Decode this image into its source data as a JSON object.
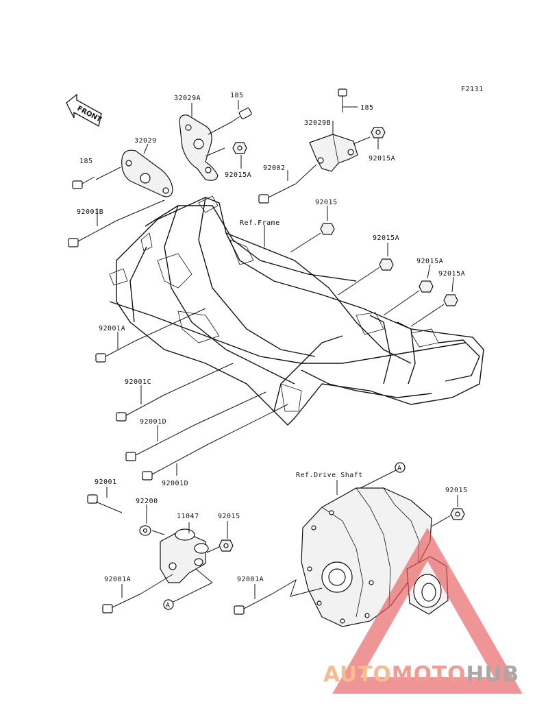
{
  "diagram": {
    "code": "F2131",
    "front_label": "FRONT",
    "references": {
      "frame": "Ref.Frame",
      "drive_shaft": "Ref.Drive Shaft",
      "circle_a": "A"
    },
    "parts": {
      "p32029A": "32029A",
      "p185_top": "185",
      "p185_right": "185",
      "p32029B": "32029B",
      "p32029": "32029",
      "p185_left": "185",
      "p92015A_1": "92015A",
      "p92015A_2": "92015A",
      "p92002": "92002",
      "p92001B": "92001B",
      "p92015_1": "92015",
      "p92015A_3": "92015A",
      "p92015A_4": "92015A",
      "p92015A_5": "92015A",
      "p92001A_1": "92001A",
      "p92001C": "92001C",
      "p92001D_1": "92001D",
      "p92001D_2": "92001D",
      "p92001": "92001",
      "p92200": "92200",
      "p11047": "11047",
      "p92015_2": "92015",
      "p92015_3": "92015",
      "p92001A_2": "92001A",
      "p92001A_3": "92001A"
    },
    "watermark": {
      "part1": "AUTO",
      "part2": "MOTO",
      "part3": "HUB",
      "color1": "#f4b27a",
      "color2": "#f08a7e",
      "color3": "#9a9a9a",
      "triangle_color": "#e85a5a"
    }
  }
}
